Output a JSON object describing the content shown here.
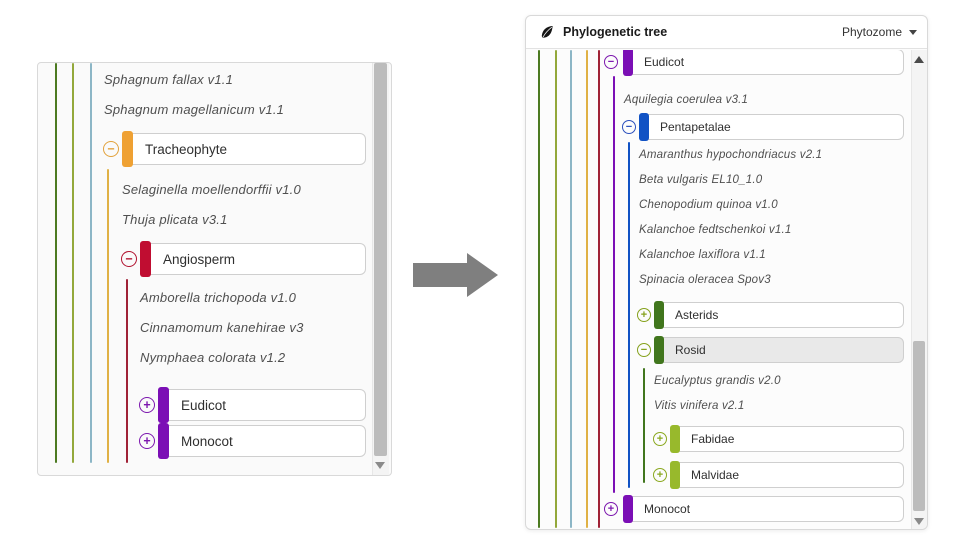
{
  "transform_arrow": {
    "color": "#7f7f7f"
  },
  "left_panel": {
    "lines": [
      {
        "color": "#4c7a21"
      },
      {
        "color": "#93a83b"
      },
      {
        "color": "#8cb6c6"
      },
      {
        "color": "#e0b145"
      },
      {
        "color": "#a02236"
      }
    ],
    "rows": [
      {
        "type": "species",
        "label": "Sphagnum fallax v1.1"
      },
      {
        "type": "species",
        "label": "Sphagnum magellanicum v1.1"
      },
      {
        "type": "clade",
        "label": "Tracheophyte",
        "state": "expanded",
        "toggle": "−",
        "bar_color": "#efa133",
        "icon_color": "#e2a23c"
      },
      {
        "type": "species",
        "label": "Selaginella moellendorffii v1.0"
      },
      {
        "type": "species",
        "label": "Thuja plicata v3.1"
      },
      {
        "type": "clade",
        "label": "Angiosperm",
        "state": "expanded",
        "toggle": "−",
        "bar_color": "#c00d31",
        "icon_color": "#b11330"
      },
      {
        "type": "species",
        "label": "Amborella trichopoda v1.0"
      },
      {
        "type": "species",
        "label": "Cinnamomum kanehirae v3"
      },
      {
        "type": "species",
        "label": "Nymphaea colorata v1.2"
      },
      {
        "type": "clade",
        "label": "Eudicot",
        "state": "collapsed",
        "toggle": "+",
        "bar_color": "#7b0fb5",
        "icon_color": "#7c17ae"
      },
      {
        "type": "clade",
        "label": "Monocot",
        "state": "collapsed",
        "toggle": "+",
        "bar_color": "#7b0fb5",
        "icon_color": "#7c17ae"
      }
    ]
  },
  "right_panel": {
    "header": {
      "title": "Phylogenetic tree",
      "dropdown_value": "Phytozome"
    },
    "lines": [
      {
        "color": "#4c7a21"
      },
      {
        "color": "#93a83b"
      },
      {
        "color": "#8cb6c6"
      },
      {
        "color": "#e0b145"
      },
      {
        "color": "#a02236"
      },
      {
        "color": "#7b0fb5"
      },
      {
        "color": "#1152c4"
      },
      {
        "color": "#41761d"
      }
    ],
    "rows": [
      {
        "type": "clade",
        "label": "Eudicot",
        "state": "expanded",
        "toggle": "−",
        "bar_color": "#7b0fb5",
        "icon_color": "#7c17ae"
      },
      {
        "type": "species",
        "label": "Aquilegia coerulea v3.1"
      },
      {
        "type": "clade",
        "label": "Pentapetalae",
        "state": "expanded",
        "toggle": "−",
        "bar_color": "#1152c4",
        "icon_color": "#2b50bd"
      },
      {
        "type": "species",
        "label": "Amaranthus hypochondriacus v2.1"
      },
      {
        "type": "species",
        "label": "Beta vulgaris EL10_1.0"
      },
      {
        "type": "species",
        "label": "Chenopodium quinoa v1.0"
      },
      {
        "type": "species",
        "label": "Kalanchoe fedtschenkoi v1.1"
      },
      {
        "type": "species",
        "label": "Kalanchoe laxiflora v1.1"
      },
      {
        "type": "species",
        "label": "Spinacia oleracea Spov3"
      },
      {
        "type": "clade",
        "label": "Asterids",
        "state": "collapsed",
        "toggle": "+",
        "bar_color": "#41761d",
        "icon_color": "#85a11c"
      },
      {
        "type": "clade",
        "label": "Rosid",
        "state": "expanded",
        "selected": true,
        "toggle": "−",
        "bar_color": "#41761d",
        "icon_color": "#85a11c"
      },
      {
        "type": "species",
        "label": "Eucalyptus grandis v2.0"
      },
      {
        "type": "species",
        "label": "Vitis vinifera v2.1"
      },
      {
        "type": "clade",
        "label": "Fabidae",
        "state": "collapsed",
        "toggle": "+",
        "bar_color": "#98b92c",
        "icon_color": "#8aa81f"
      },
      {
        "type": "clade",
        "label": "Malvidae",
        "state": "collapsed",
        "toggle": "+",
        "bar_color": "#98b92c",
        "icon_color": "#8aa81f"
      },
      {
        "type": "clade",
        "label": "Monocot",
        "state": "collapsed",
        "toggle": "+",
        "bar_color": "#7b0fb5",
        "icon_color": "#7c17ae"
      }
    ]
  }
}
